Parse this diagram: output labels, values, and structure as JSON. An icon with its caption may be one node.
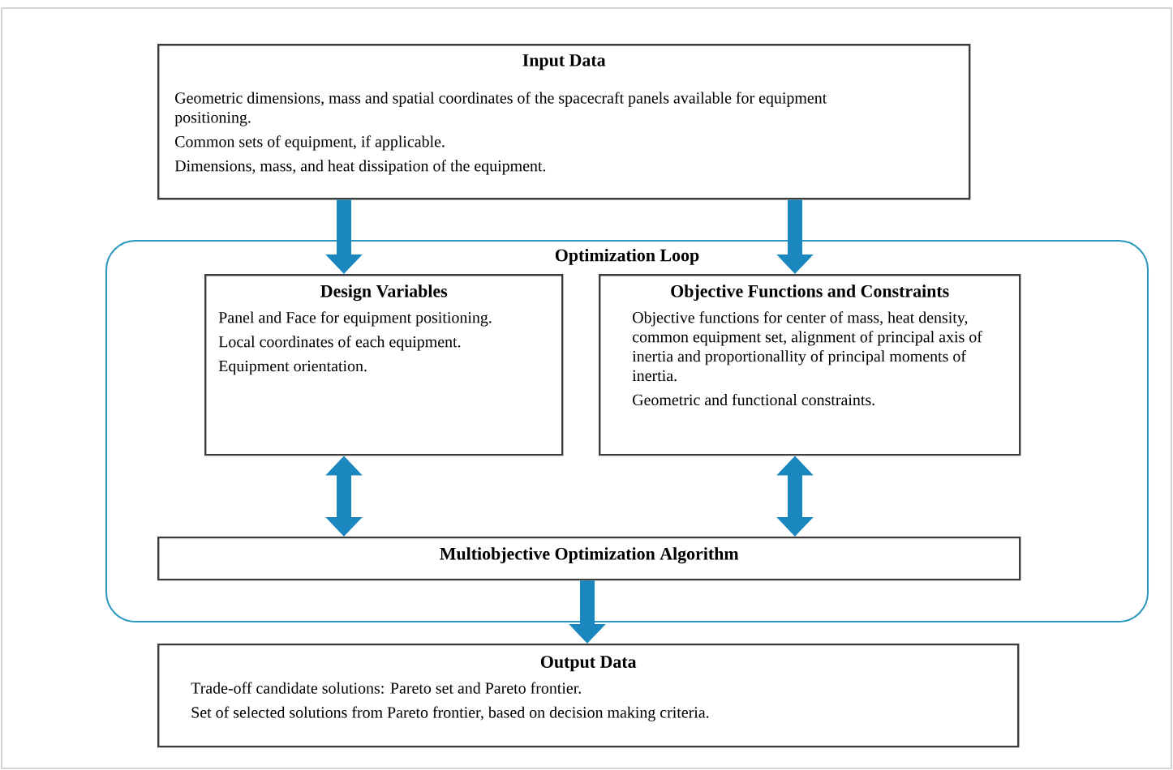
{
  "diagram": {
    "nodes": [
      {
        "text": [
          "Input Data",
          "Geometric dimensions, mass and spatial coordinates of the spacecraft panels available for equipment positioning.",
          "Common sets of equipment, if applicable.",
          "Dimensions, mass, and heat dissipation of the equipment."
        ]
      },
      {
        "text": [
          "Optimization Loop"
        ]
      },
      {
        "text": [
          "Design Variables",
          "Panel and Face for equipment positioning.",
          "Local coordinates of each equipment.",
          "Equipment orientation."
        ],
        "in": 1
      },
      {
        "text": [
          "Objective Functions and Constraints",
          "Objective functions for center of mass,  heat density, common equipment set, alignment of principal axis of inertia and proportionallity of principal moments of inertia.",
          "Geometric and functional constraints."
        ],
        "in": 1
      },
      {
        "text": [
          "Multiobjective Optimization Algorithm"
        ],
        "in": 1
      },
      {
        "text": [
          "Output Data",
          "Trade-off candidate solutions: Pareto set and Pareto frontier.",
          "Set of selected solutions from Pareto frontier, based on decision making criteria."
        ]
      }
    ],
    "edges": [
      {
        "from": 0,
        "to": 2,
        "arrow": "to"
      },
      {
        "from": 0,
        "to": 3,
        "arrow": "to"
      },
      {
        "from": 2,
        "to": 4,
        "arrow": "both"
      },
      {
        "from": 3,
        "to": 4,
        "arrow": "both"
      },
      {
        "from": 4,
        "to": 5,
        "arrow": "to"
      }
    ]
  }
}
